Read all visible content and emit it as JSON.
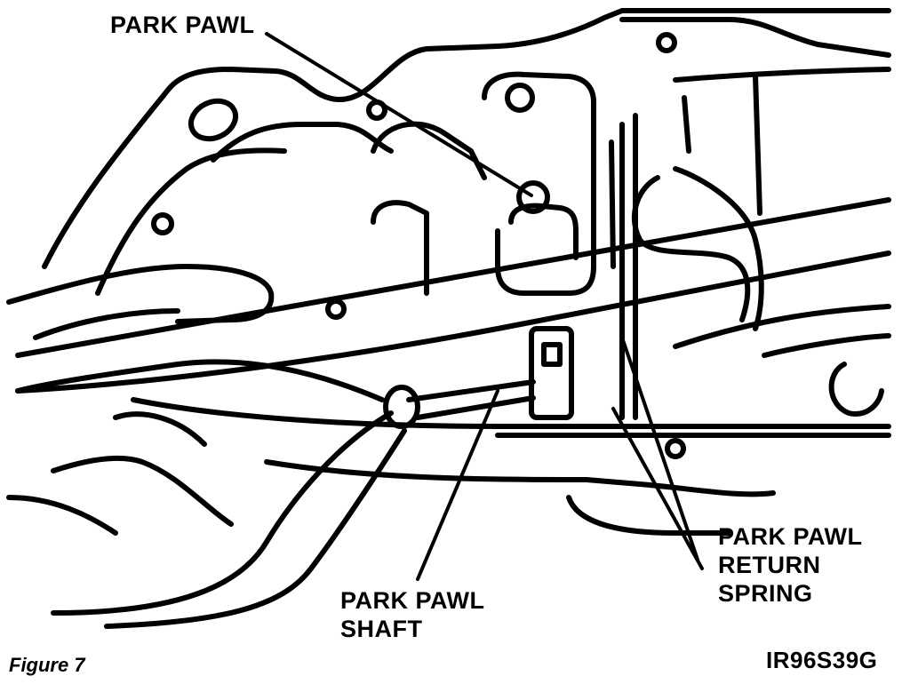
{
  "labels": {
    "park_pawl": "PARK PAWL",
    "park_pawl_shaft": [
      "PARK PAWL",
      "SHAFT"
    ],
    "park_pawl_return_spring": [
      "PARK PAWL",
      "RETURN",
      "SPRING"
    ]
  },
  "caption": "Figure 7",
  "figure_code": "IR96S39G",
  "colors": {
    "ink": "#000000",
    "paper": "#ffffff"
  }
}
